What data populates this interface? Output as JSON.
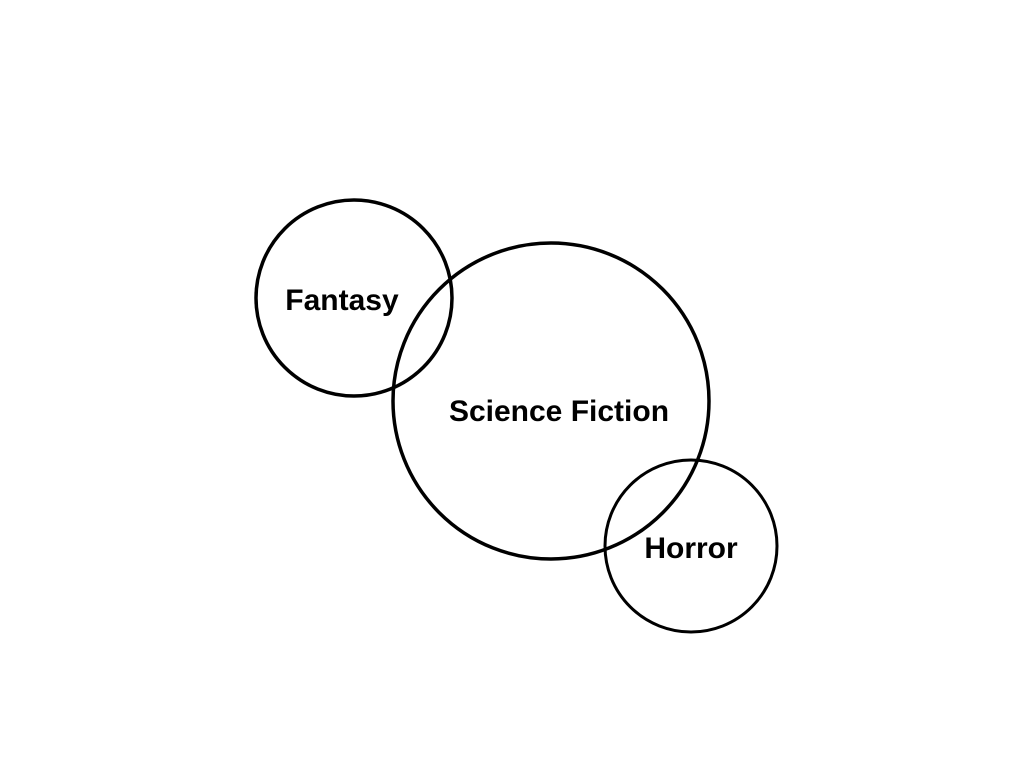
{
  "diagram": {
    "circles": [
      {
        "id": "fantasy",
        "label": "Fantasy"
      },
      {
        "id": "science-fiction",
        "label": "Science Fiction"
      },
      {
        "id": "horror",
        "label": "Horror"
      }
    ],
    "colors": {
      "stroke": "#000000",
      "background": "#ffffff",
      "text": "#000000"
    }
  }
}
